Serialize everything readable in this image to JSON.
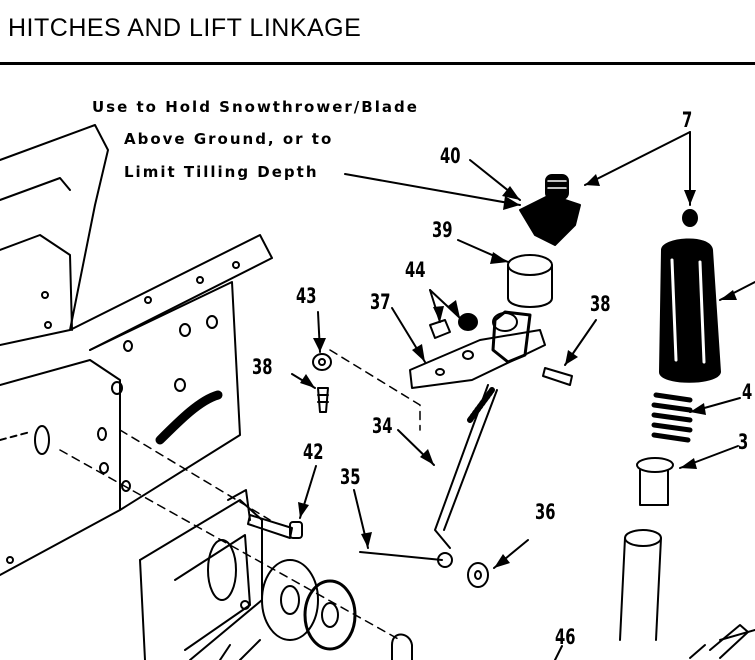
{
  "header": {
    "title": "HITCHES AND LIFT LINKAGE"
  },
  "note": {
    "line1": "Use to Hold Snowthrower/Blade",
    "line2": "Above Ground, or to",
    "line3": "Limit Tilling Depth"
  },
  "callouts": {
    "c40": "40",
    "c7": "7",
    "c39": "39",
    "c44": "44",
    "c43": "43",
    "c37": "37",
    "c38a": "38",
    "c38b": "38",
    "c34": "34",
    "c4": "4",
    "c3": "3",
    "c42": "42",
    "c35": "35",
    "c36": "36",
    "c46": "46"
  }
}
